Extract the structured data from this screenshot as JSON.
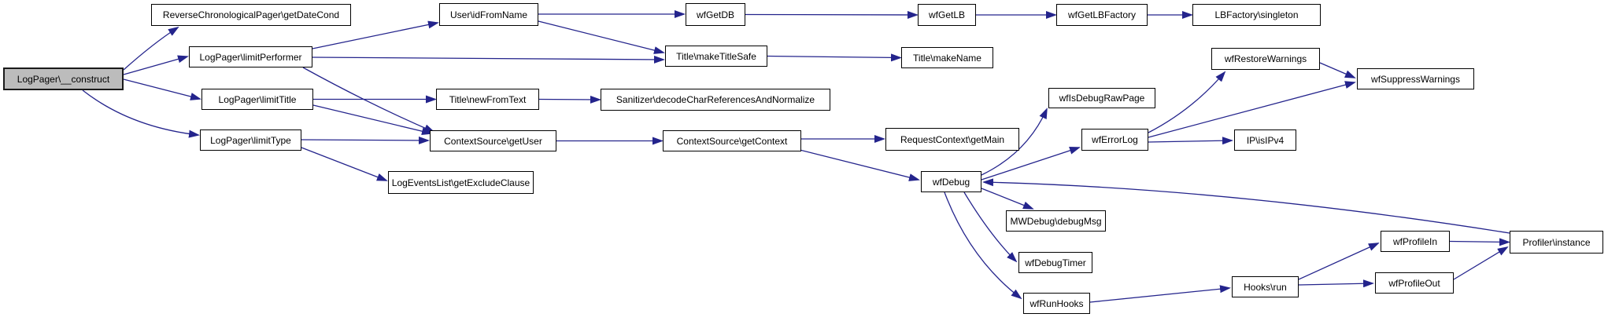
{
  "diagram": {
    "kind": "call-graph",
    "colors": {
      "edge": "#24248c",
      "node_fill": "#ffffff",
      "node_border": "#000000",
      "root_fill": "#bcbcbc",
      "text": "#000000",
      "background": "#ffffff"
    },
    "root_id": "construct",
    "nodes": [
      {
        "id": "construct",
        "label": "LogPager\\__construct",
        "root": true
      },
      {
        "id": "getDateCond",
        "label": "ReverseChronologicalPager\\getDateCond"
      },
      {
        "id": "limitPerformer",
        "label": "LogPager\\limitPerformer"
      },
      {
        "id": "limitTitle",
        "label": "LogPager\\limitTitle"
      },
      {
        "id": "limitType",
        "label": "LogPager\\limitType"
      },
      {
        "id": "idFromName",
        "label": "User\\idFromName"
      },
      {
        "id": "newFromText",
        "label": "Title\\newFromText"
      },
      {
        "id": "sanitizer",
        "label": "Sanitizer\\decodeCharReferencesAndNormalize"
      },
      {
        "id": "getUser",
        "label": "ContextSource\\getUser"
      },
      {
        "id": "getExcludeClause",
        "label": "LogEventsList\\getExcludeClause"
      },
      {
        "id": "wfGetDB",
        "label": "wfGetDB"
      },
      {
        "id": "wfGetLB",
        "label": "wfGetLB"
      },
      {
        "id": "wfGetLBFactory",
        "label": "wfGetLBFactory"
      },
      {
        "id": "lbSingleton",
        "label": "LBFactory\\singleton"
      },
      {
        "id": "makeTitleSafe",
        "label": "Title\\makeTitleSafe"
      },
      {
        "id": "makeName",
        "label": "Title\\makeName"
      },
      {
        "id": "getContext",
        "label": "ContextSource\\getContext"
      },
      {
        "id": "getMain",
        "label": "RequestContext\\getMain"
      },
      {
        "id": "wfDebug",
        "label": "wfDebug"
      },
      {
        "id": "wfIsDebugRawPage",
        "label": "wfIsDebugRawPage"
      },
      {
        "id": "wfErrorLog",
        "label": "wfErrorLog"
      },
      {
        "id": "wfRestoreWarnings",
        "label": "wfRestoreWarnings"
      },
      {
        "id": "wfSuppressWarnings",
        "label": "wfSuppressWarnings"
      },
      {
        "id": "isIPv4",
        "label": "IP\\isIPv4"
      },
      {
        "id": "debugMsg",
        "label": "MWDebug\\debugMsg"
      },
      {
        "id": "wfDebugTimer",
        "label": "wfDebugTimer"
      },
      {
        "id": "wfRunHooks",
        "label": "wfRunHooks"
      },
      {
        "id": "hooksRun",
        "label": "Hooks\\run"
      },
      {
        "id": "wfProfileIn",
        "label": "wfProfileIn"
      },
      {
        "id": "wfProfileOut",
        "label": "wfProfileOut"
      },
      {
        "id": "profilerInstance",
        "label": "Profiler\\instance"
      }
    ],
    "edges": [
      {
        "from": "construct",
        "to": "getDateCond"
      },
      {
        "from": "construct",
        "to": "limitPerformer"
      },
      {
        "from": "construct",
        "to": "limitTitle"
      },
      {
        "from": "construct",
        "to": "limitType"
      },
      {
        "from": "limitPerformer",
        "to": "idFromName"
      },
      {
        "from": "limitPerformer",
        "to": "makeTitleSafe"
      },
      {
        "from": "limitPerformer",
        "to": "getUser"
      },
      {
        "from": "limitTitle",
        "to": "newFromText"
      },
      {
        "from": "limitTitle",
        "to": "getUser"
      },
      {
        "from": "limitType",
        "to": "getUser"
      },
      {
        "from": "limitType",
        "to": "getExcludeClause"
      },
      {
        "from": "idFromName",
        "to": "wfGetDB"
      },
      {
        "from": "idFromName",
        "to": "makeTitleSafe"
      },
      {
        "from": "wfGetDB",
        "to": "wfGetLB"
      },
      {
        "from": "wfGetLB",
        "to": "wfGetLBFactory"
      },
      {
        "from": "wfGetLBFactory",
        "to": "lbSingleton"
      },
      {
        "from": "makeTitleSafe",
        "to": "makeName"
      },
      {
        "from": "newFromText",
        "to": "sanitizer"
      },
      {
        "from": "getUser",
        "to": "getContext"
      },
      {
        "from": "getContext",
        "to": "getMain"
      },
      {
        "from": "getContext",
        "to": "wfDebug"
      },
      {
        "from": "wfDebug",
        "to": "wfIsDebugRawPage"
      },
      {
        "from": "wfDebug",
        "to": "wfErrorLog"
      },
      {
        "from": "wfErrorLog",
        "to": "wfRestoreWarnings"
      },
      {
        "from": "wfErrorLog",
        "to": "wfSuppressWarnings"
      },
      {
        "from": "wfErrorLog",
        "to": "isIPv4"
      },
      {
        "from": "wfRestoreWarnings",
        "to": "wfSuppressWarnings"
      },
      {
        "from": "wfDebug",
        "to": "debugMsg"
      },
      {
        "from": "wfDebug",
        "to": "wfDebugTimer"
      },
      {
        "from": "wfDebug",
        "to": "wfRunHooks"
      },
      {
        "from": "wfRunHooks",
        "to": "hooksRun"
      },
      {
        "from": "hooksRun",
        "to": "wfProfileIn"
      },
      {
        "from": "hooksRun",
        "to": "wfProfileOut"
      },
      {
        "from": "wfProfileIn",
        "to": "profilerInstance"
      },
      {
        "from": "wfProfileOut",
        "to": "profilerInstance"
      },
      {
        "from": "profilerInstance",
        "to": "wfDebug"
      }
    ]
  }
}
